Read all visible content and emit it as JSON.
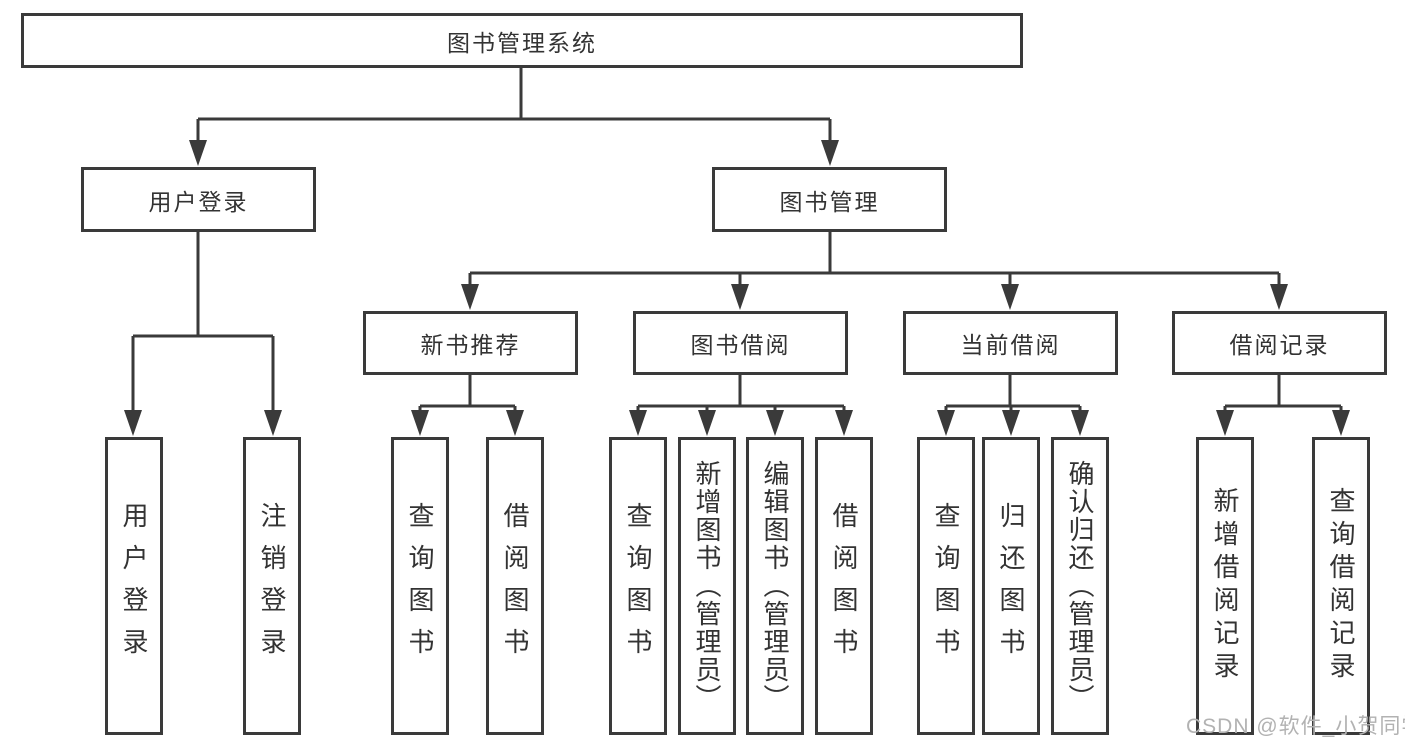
{
  "diagram": {
    "root": {
      "label": "图书管理系统"
    },
    "level2": [
      {
        "id": "user-login",
        "label": "用户登录"
      },
      {
        "id": "book-management",
        "label": "图书管理"
      }
    ],
    "level3": [
      {
        "id": "new-book-recommend",
        "label": "新书推荐"
      },
      {
        "id": "book-borrowing",
        "label": "图书借阅"
      },
      {
        "id": "current-borrowing",
        "label": "当前借阅"
      },
      {
        "id": "borrowing-records",
        "label": "借阅记录"
      }
    ],
    "leaves": [
      {
        "group": "user-login",
        "label": "用户登录"
      },
      {
        "group": "user-login",
        "label": "注销登录"
      },
      {
        "group": "new-book-recommend",
        "label": "查询图书"
      },
      {
        "group": "new-book-recommend",
        "label": "借阅图书"
      },
      {
        "group": "book-borrowing",
        "label": "查询图书"
      },
      {
        "group": "book-borrowing",
        "label": "新增图书（管理员）"
      },
      {
        "group": "book-borrowing",
        "label": "编辑图书（管理员）"
      },
      {
        "group": "book-borrowing",
        "label": "借阅图书"
      },
      {
        "group": "current-borrowing",
        "label": "查询图书"
      },
      {
        "group": "current-borrowing",
        "label": "归还图书"
      },
      {
        "group": "current-borrowing",
        "label": "确认归还（管理员）"
      },
      {
        "group": "borrowing-records",
        "label": "新增借阅记录"
      },
      {
        "group": "borrowing-records",
        "label": "查询借阅记录"
      }
    ]
  },
  "watermark": {
    "text": "CSDN @软件_小贺同学"
  },
  "colors": {
    "line": "#3a3a3a",
    "text": "#333333",
    "watermark_text": "#b2b2b2",
    "background": "#ffffff"
  }
}
